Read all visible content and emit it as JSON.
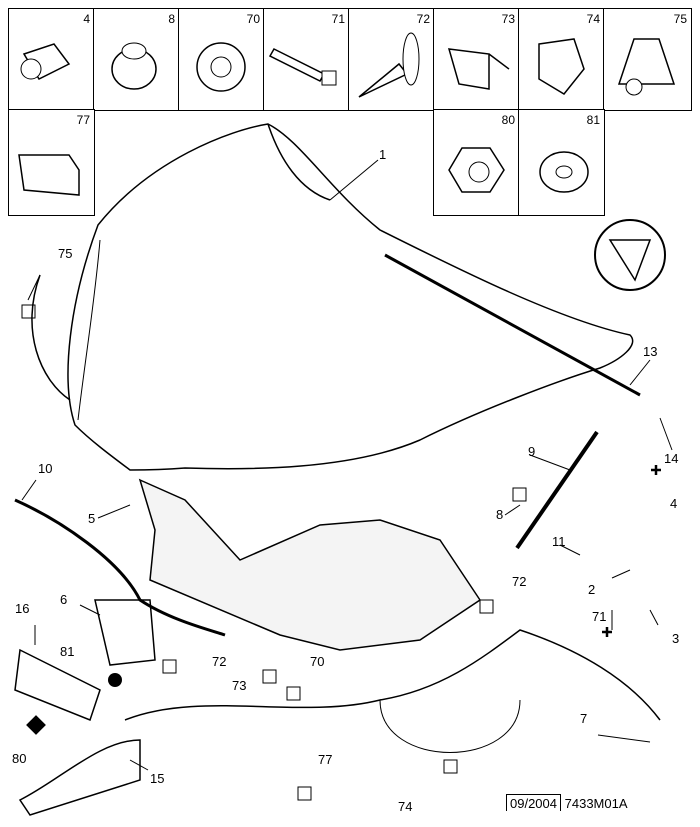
{
  "parts_grid": [
    {
      "ref": "4"
    },
    {
      "ref": "8"
    },
    {
      "ref": "70"
    },
    {
      "ref": "71"
    },
    {
      "ref": "72"
    },
    {
      "ref": "73"
    },
    {
      "ref": "74"
    },
    {
      "ref": "75"
    },
    {
      "ref": "77"
    },
    {
      "ref": "80"
    },
    {
      "ref": "81"
    }
  ],
  "callouts": {
    "c1": "1",
    "c75": "75",
    "c13": "13",
    "c14": "14",
    "c9": "9",
    "c4": "4",
    "c10": "10",
    "c5": "5",
    "c8": "8",
    "c11": "11",
    "c2": "2",
    "c72a": "72",
    "c71": "71",
    "c3": "3",
    "c16": "16",
    "c6": "6",
    "c81": "81",
    "c72b": "72",
    "c73": "73",
    "c70": "70",
    "c80": "80",
    "c7": "7",
    "c15": "15",
    "c77": "77",
    "c74": "74"
  },
  "footer": {
    "date": "09/2004",
    "code": "7433M01A"
  }
}
